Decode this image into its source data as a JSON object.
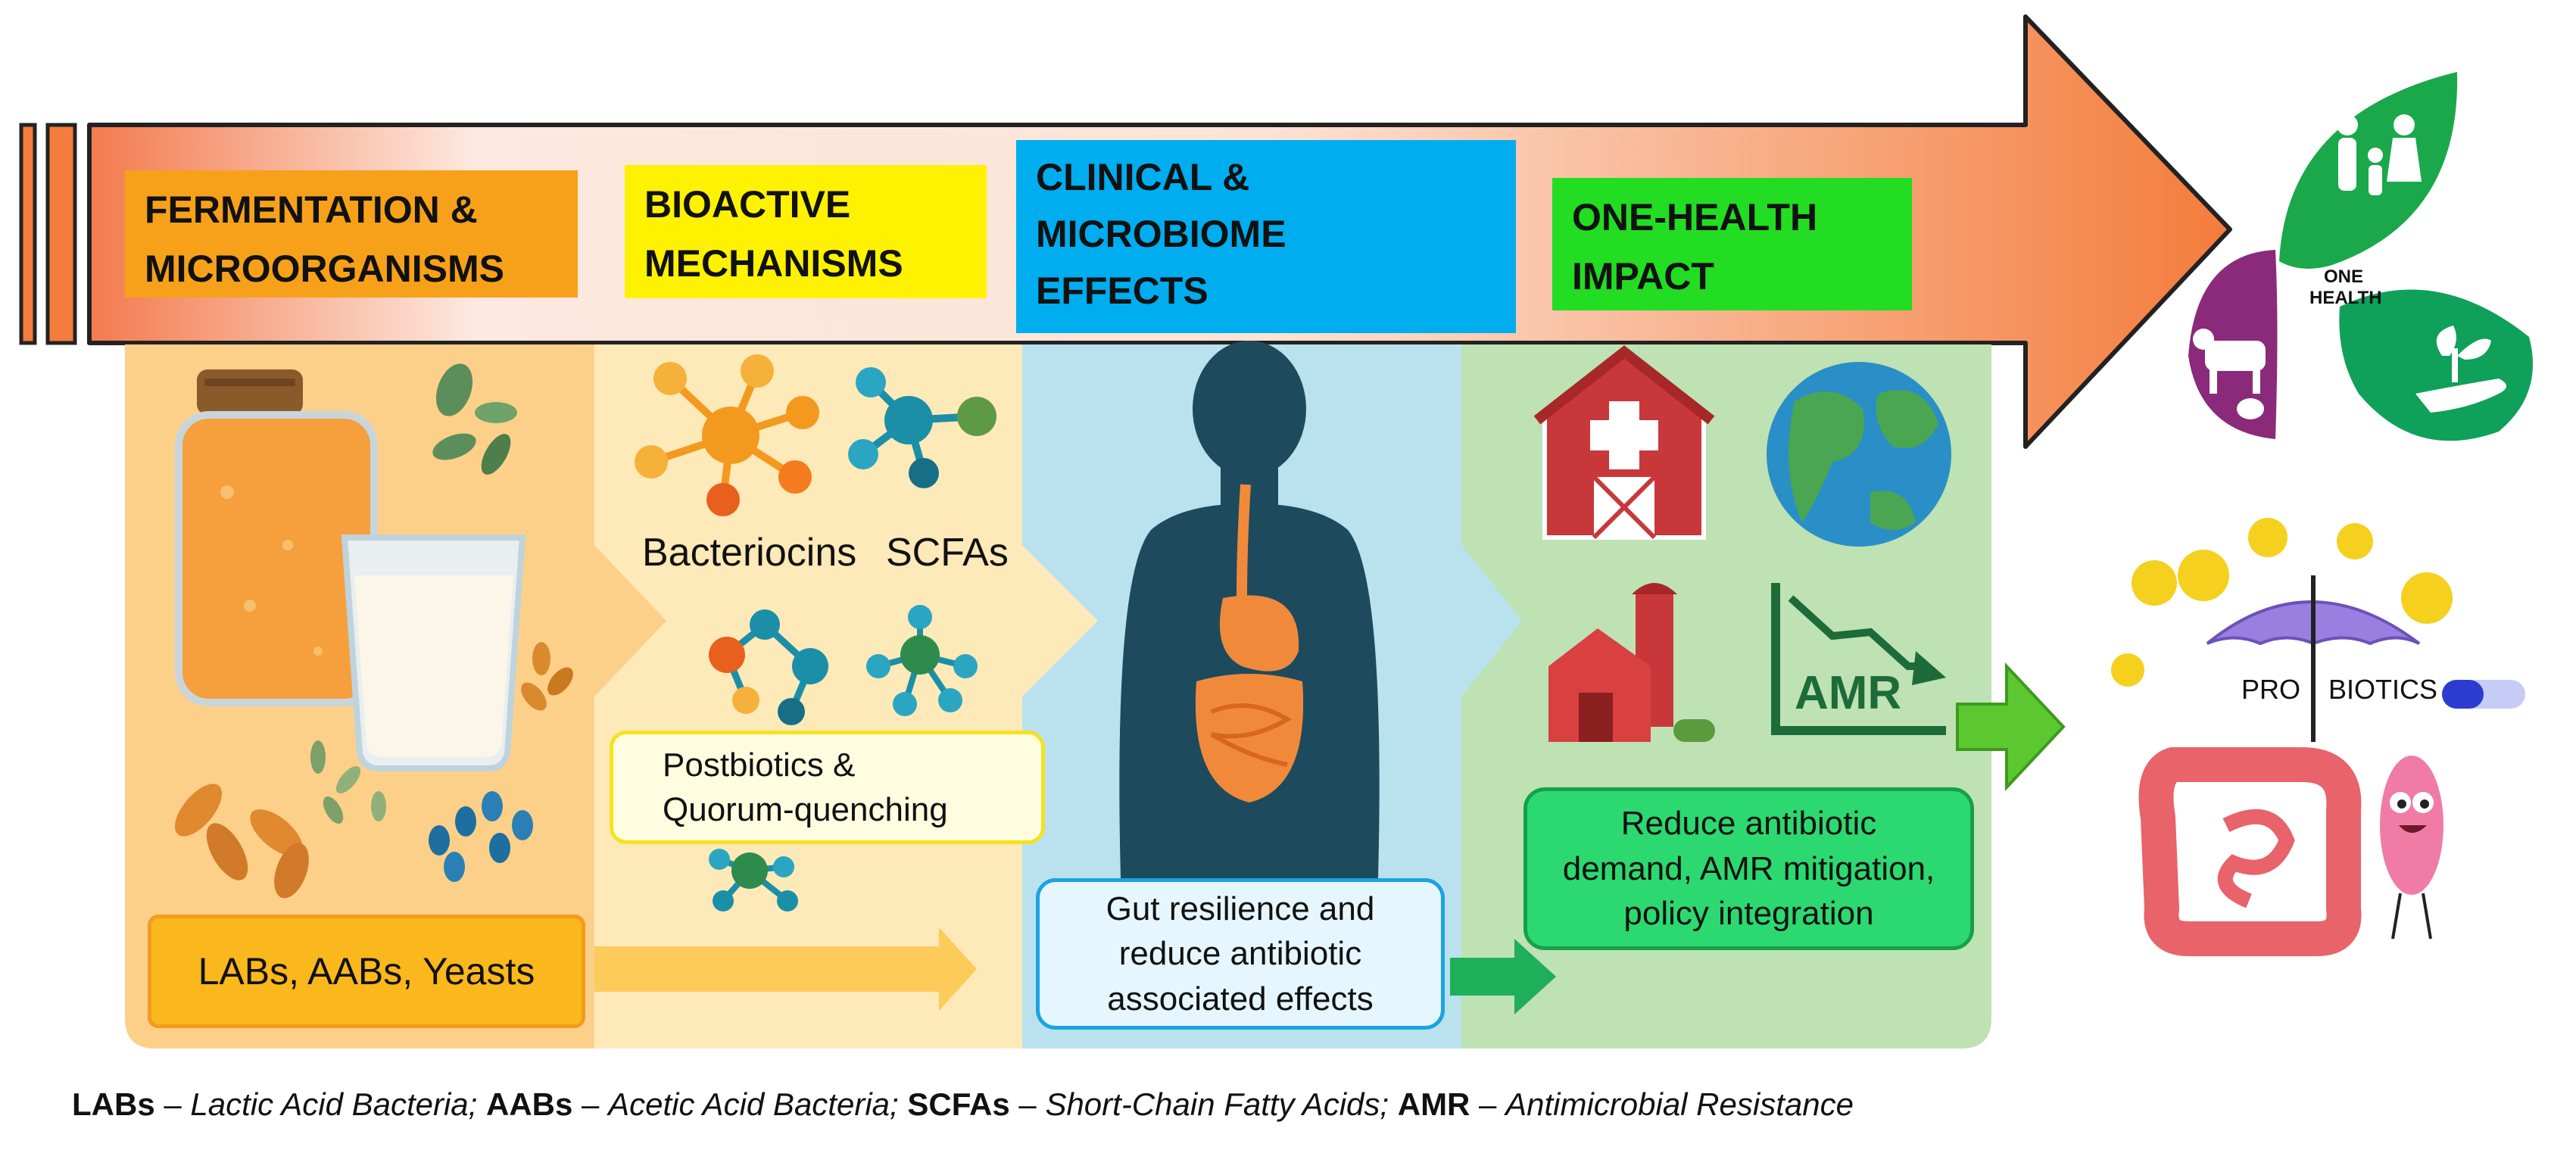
{
  "stages": [
    {
      "title_lines": [
        "FERMENTATION &",
        "MICROORGANISMS"
      ],
      "color": "#F7A11A"
    },
    {
      "title_lines": [
        "BIOACTIVE",
        "MECHANISMS"
      ],
      "color": "#FFF200"
    },
    {
      "title_lines": [
        "CLINICAL &",
        "MICROBIOME",
        "EFFECTS"
      ],
      "color": "#00ADEF"
    },
    {
      "title_lines": [
        "ONE-HEALTH",
        "IMPACT"
      ],
      "color": "#22DD22"
    }
  ],
  "panel_labels": {
    "microorganisms": "LABs, AABs, Yeasts",
    "bacteriocins": "Bacteriocins",
    "scfas": "SCFAs",
    "postbiotics_lines": [
      "Postbiotics &",
      "Quorum-quenching"
    ],
    "gut_lines": [
      "Gut resilience and",
      "reduce antibiotic",
      "associated effects"
    ],
    "impact_lines": [
      "Reduce antibiotic",
      "demand, AMR mitigation,",
      "policy integration"
    ],
    "amr": "AMR"
  },
  "one_health": {
    "label_lines": [
      "ONE",
      "HEALTH"
    ],
    "colors": {
      "people": "#1BA84A",
      "animals": "#8B2A7A",
      "environment": "#0FA05A"
    }
  },
  "probiotics": {
    "label_left": "PRO",
    "label_right": "BIOTICS"
  },
  "caption": {
    "parts": [
      {
        "abbr": "LABs",
        "full": "Lactic Acid Bacteria;"
      },
      {
        "abbr": "AABs",
        "full": "Acetic Acid Bacteria;"
      },
      {
        "abbr": "SCFAs",
        "full": "Short-Chain Fatty Acids;"
      },
      {
        "abbr": "AMR",
        "full": "Antimicrobial Resistance"
      }
    ],
    "separator": " – "
  }
}
